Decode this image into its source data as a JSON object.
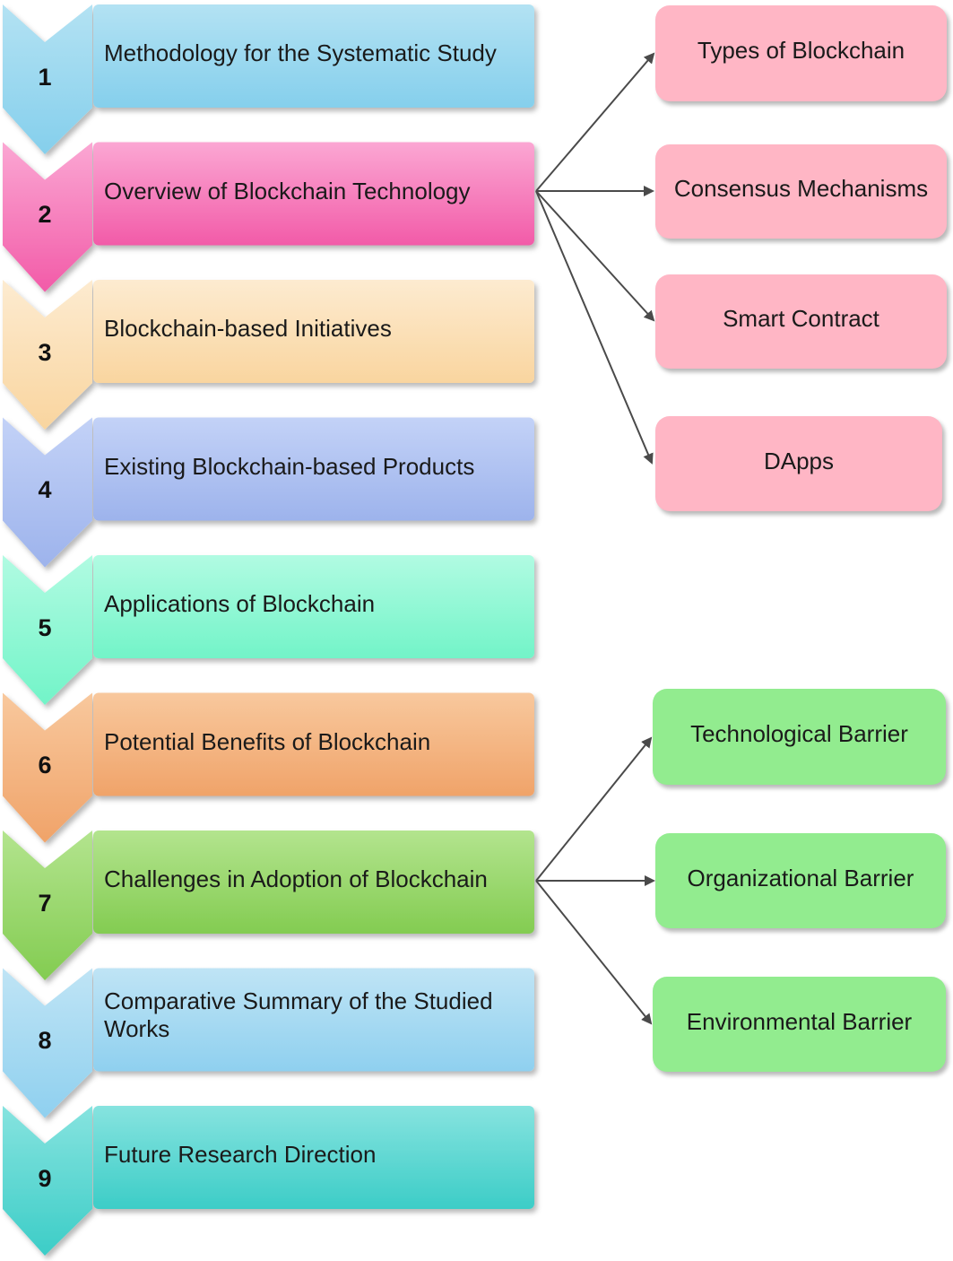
{
  "steps": [
    {
      "number": "1",
      "label": "Methodology for the Systematic Study",
      "color_top": "#b3e2f3",
      "color_bottom": "#85cfec"
    },
    {
      "number": "2",
      "label": "Overview of Blockchain Technology",
      "color_top": "#fba7d3",
      "color_bottom": "#f25ba8"
    },
    {
      "number": "3",
      "label": "Blockchain-based Initiatives",
      "color_top": "#fdebd0",
      "color_bottom": "#f9d59f"
    },
    {
      "number": "4",
      "label": "Existing Blockchain-based Products",
      "color_top": "#c3d2f7",
      "color_bottom": "#9db3ec"
    },
    {
      "number": "5",
      "label": "Applications of Blockchain",
      "color_top": "#b1fbe2",
      "color_bottom": "#72f4c8"
    },
    {
      "number": "6",
      "label": "Potential Benefits of Blockchain",
      "color_top": "#f8c89d",
      "color_bottom": "#f0a369"
    },
    {
      "number": "7",
      "label": "Challenges in Adoption of Blockchain",
      "color_top": "#b3e48e",
      "color_bottom": "#83cc51"
    },
    {
      "number": "8",
      "label": "Comparative Summary of the Studied Works",
      "color_top": "#bfe4f5",
      "color_bottom": "#8fd0ef"
    },
    {
      "number": "9",
      "label": "Future Research Direction",
      "color_top": "#86e3df",
      "color_bottom": "#3ccdc7"
    }
  ],
  "blockchain_topics": {
    "source_step": "2",
    "color": "#ffb6c5",
    "items": [
      "Types of Blockchain",
      "Consensus Mechanisms",
      "Smart Contract",
      "DApps"
    ]
  },
  "barriers": {
    "source_step": "7",
    "color": "#92ec8f",
    "items": [
      "Technological Barrier",
      "Organizational Barrier",
      "Environmental Barrier"
    ]
  },
  "arrow_color": "#4a4a4a"
}
